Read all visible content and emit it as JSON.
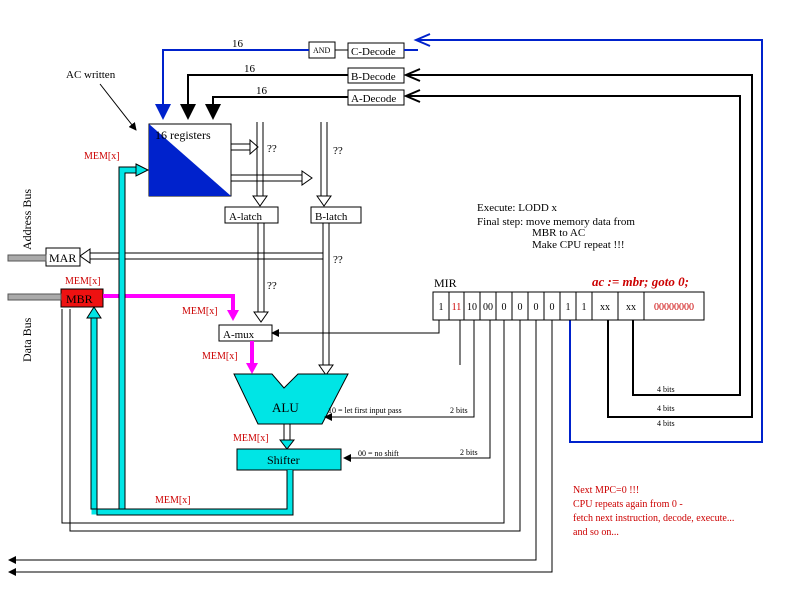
{
  "colors": {
    "accent_blue": "#0022cc",
    "cyan": "#00e5e5",
    "magenta": "#ff00ff",
    "red": "#cc0000",
    "mbr_fill": "#ee1111",
    "shifter_fill": "#00e5e5"
  },
  "labels": {
    "ac_written": "AC written",
    "registers": "16 registers",
    "a_latch": "A-latch",
    "b_latch": "B-latch",
    "mar": "MAR",
    "mbr": "MBR",
    "a_mux": "A-mux",
    "alu": "ALU",
    "shifter": "Shifter",
    "c_decode": "C-Decode",
    "b_decode": "B-Decode",
    "a_decode": "A-Decode",
    "and_gate": "AND",
    "address_bus": "Address Bus",
    "data_bus": "Data Bus",
    "mir": "MIR",
    "width_16_c": "16",
    "width_16_b": "16",
    "width_16_a": "16",
    "unknown_1": "??",
    "unknown_2": "??",
    "unknown_3": "??",
    "unknown_4": "??",
    "bits_4_a": "4 bits",
    "bits_4_b": "4 bits",
    "bits_4_c": "4 bits",
    "bits_2_alu": "2 bits",
    "bits_2_sh": "2 bits",
    "alu_ctrl": "10 = let first input pass",
    "sh_ctrl": "00 = no shift"
  },
  "mem_labels": {
    "mem_reg": "MEM[x]",
    "mem_mbr": "MEM[x]",
    "mem_amux_in": "MEM[x]",
    "mem_amux_out": "MEM[x]",
    "mem_alu_out": "MEM[x]",
    "mem_shifter_out": "MEM[x]"
  },
  "execute": {
    "line1": "Execute: LODD x",
    "line2": "Final step: move memory data from",
    "line3": "MBR to AC",
    "line4": "Make CPU repeat !!!"
  },
  "microinstruction": "ac := mbr; goto 0;",
  "mir_fields": [
    "1",
    "11",
    "10",
    "00",
    "0",
    "0",
    "0",
    "0",
    "1",
    "1",
    "xx",
    "xx",
    "00000000"
  ],
  "next_mpc": {
    "line1": "Next MPC=0 !!!",
    "line2": "CPU repeats again from 0 -",
    "line3": "fetch next instruction, decode, execute...",
    "line4": "and so on..."
  }
}
